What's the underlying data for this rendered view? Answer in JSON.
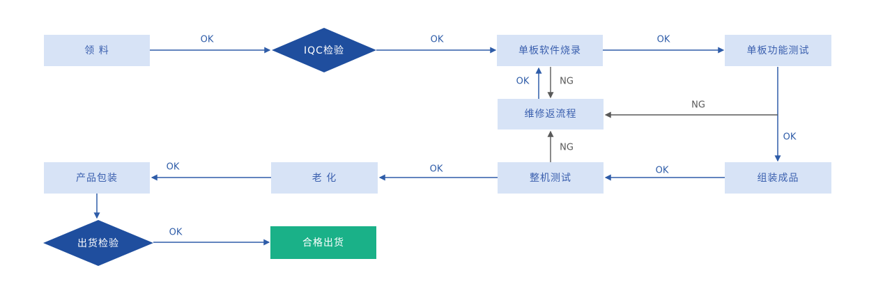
{
  "colors": {
    "canvas-bg": "#ffffff",
    "node-fill": "#d7e3f6",
    "node-text": "#3a5fae",
    "diamond-fill": "#1f4e9e",
    "diamond-text": "#ffffff",
    "green-fill": "#1ab188",
    "green-text": "#ffffff",
    "arrow-blue": "#2e5ca8",
    "arrow-gray": "#595959"
  },
  "nodes": {
    "material_pickup": {
      "label": "领 料",
      "type": "process"
    },
    "iqc_inspection": {
      "label": "IQC检验",
      "type": "decision"
    },
    "board_software_burning": {
      "label": "单板软件烧录",
      "type": "process"
    },
    "board_function_test": {
      "label": "单板功能测试",
      "type": "process"
    },
    "repair_return_process": {
      "label": "维修返流程",
      "type": "process"
    },
    "assemble_finished_product": {
      "label": "组装成品",
      "type": "process"
    },
    "whole_machine_test": {
      "label": "整机测试",
      "type": "process"
    },
    "aging": {
      "label": "老 化",
      "type": "process"
    },
    "product_packaging": {
      "label": "产品包装",
      "type": "process"
    },
    "shipping_inspection": {
      "label": "出货检验",
      "type": "decision"
    },
    "qualified_shipment": {
      "label": "合格出货",
      "type": "terminal"
    }
  },
  "edges": [
    {
      "from": "material_pickup",
      "to": "iqc_inspection",
      "label": "OK",
      "status": "ok"
    },
    {
      "from": "iqc_inspection",
      "to": "board_software_burning",
      "label": "OK",
      "status": "ok"
    },
    {
      "from": "board_software_burning",
      "to": "board_function_test",
      "label": "OK",
      "status": "ok"
    },
    {
      "from": "board_software_burning",
      "to": "repair_return_process",
      "label": "NG",
      "status": "ng"
    },
    {
      "from": "repair_return_process",
      "to": "board_software_burning",
      "label": "OK",
      "status": "ok"
    },
    {
      "from": "board_function_test",
      "to": "repair_return_process",
      "label": "NG",
      "status": "ng"
    },
    {
      "from": "board_function_test",
      "to": "assemble_finished_product",
      "label": "OK",
      "status": "ok"
    },
    {
      "from": "assemble_finished_product",
      "to": "whole_machine_test",
      "label": "OK",
      "status": "ok"
    },
    {
      "from": "whole_machine_test",
      "to": "repair_return_process",
      "label": "NG",
      "status": "ng"
    },
    {
      "from": "whole_machine_test",
      "to": "aging",
      "label": "OK",
      "status": "ok"
    },
    {
      "from": "aging",
      "to": "product_packaging",
      "label": "OK",
      "status": "ok"
    },
    {
      "from": "product_packaging",
      "to": "shipping_inspection",
      "label": "",
      "status": "ok"
    },
    {
      "from": "shipping_inspection",
      "to": "qualified_shipment",
      "label": "OK",
      "status": "ok"
    }
  ]
}
